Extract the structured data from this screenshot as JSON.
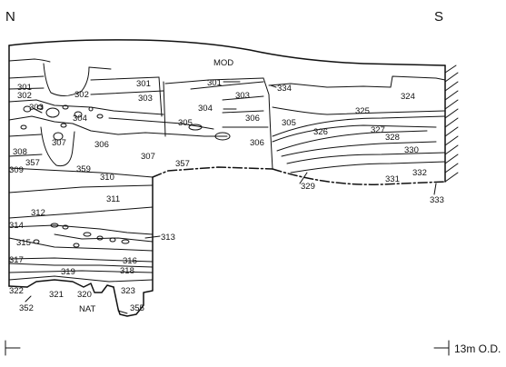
{
  "orientation": {
    "north": "N",
    "south": "S"
  },
  "top_label": "MOD",
  "bottom_label": "NAT",
  "scale_label": "13m O.D.",
  "context_labels": [
    "301",
    "302",
    "303",
    "304",
    "305",
    "306",
    "307",
    "308",
    "357",
    "309",
    "359",
    "310",
    "311",
    "312",
    "313",
    "314",
    "315",
    "317",
    "316",
    "318",
    "319",
    "321",
    "320",
    "323",
    "322",
    "352",
    "355",
    "334",
    "324",
    "325",
    "326",
    "327",
    "328",
    "330",
    "329",
    "331",
    "332",
    "333"
  ],
  "colors": {
    "ink": "#111111",
    "paper": "#ffffff"
  }
}
